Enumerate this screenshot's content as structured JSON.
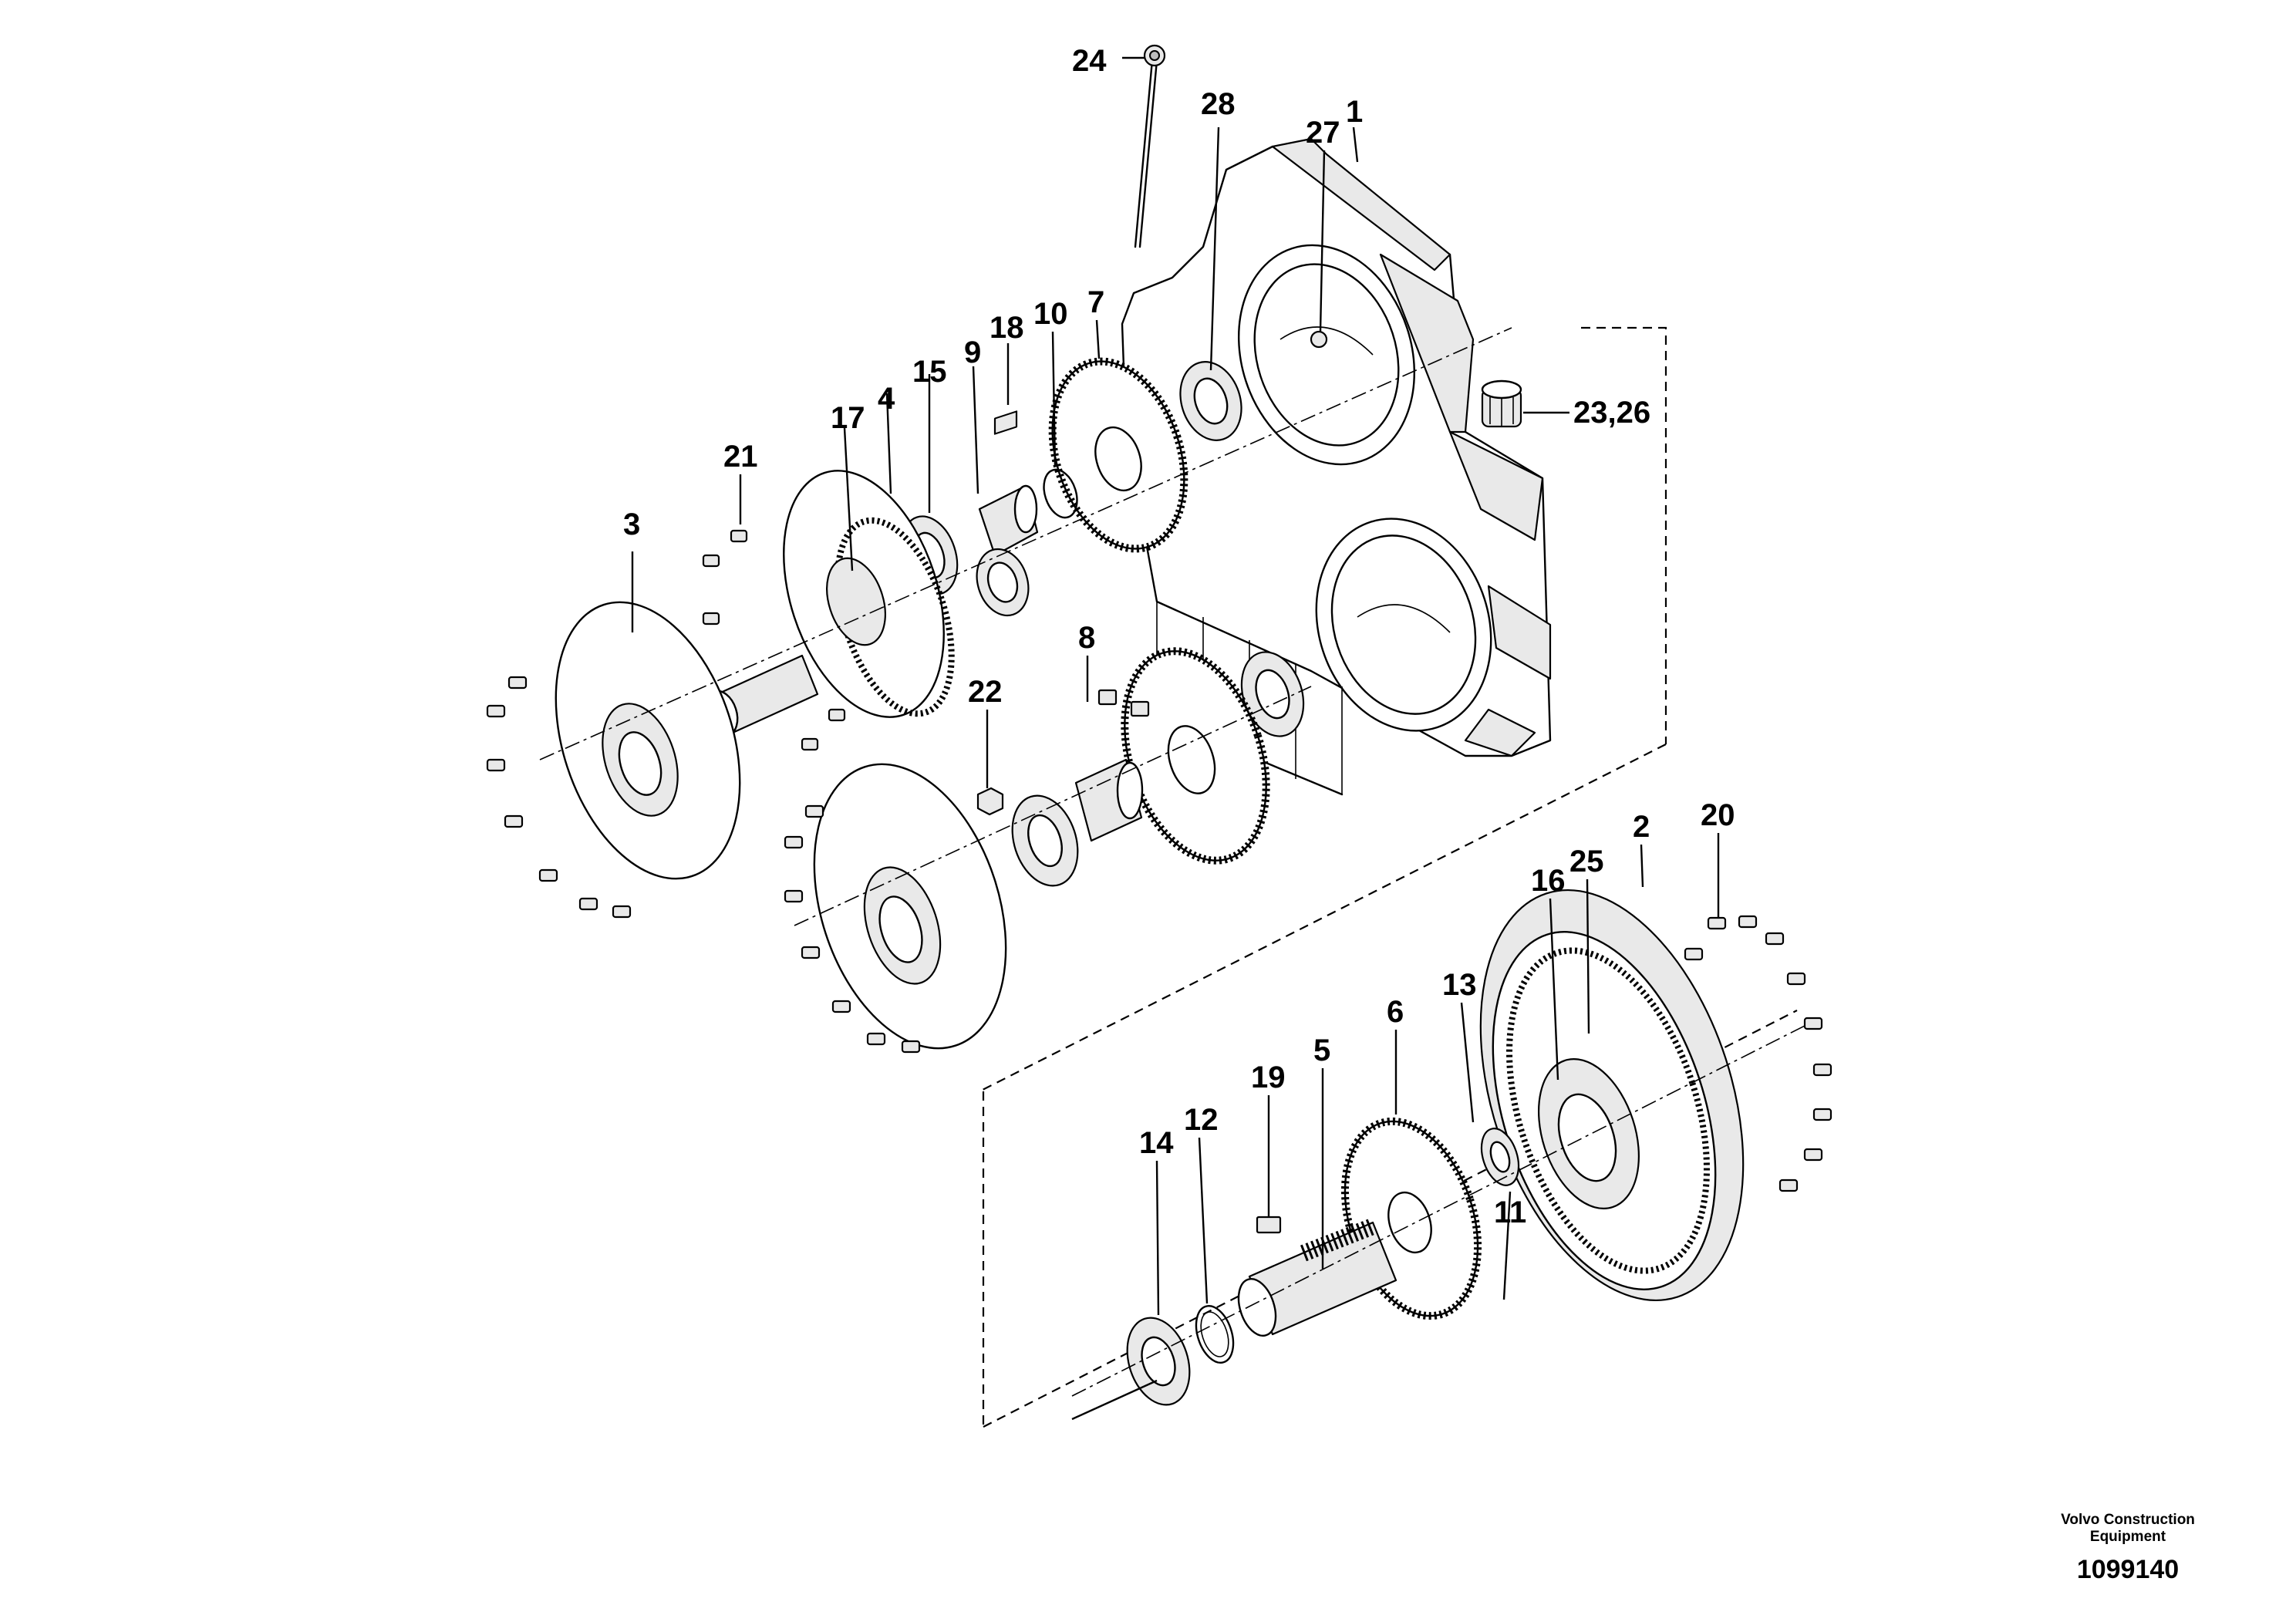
{
  "diagram": {
    "callouts": [
      "24",
      "28",
      "27",
      "1",
      "18",
      "10",
      "7",
      "9",
      "15",
      "17",
      "4",
      "21",
      "3",
      "23,26",
      "8",
      "22",
      "20",
      "2",
      "16",
      "25",
      "13",
      "6",
      "5",
      "19",
      "14",
      "12",
      "11"
    ]
  },
  "footer": {
    "company": "Volvo Construction Equipment",
    "figure_number": "1099140"
  }
}
